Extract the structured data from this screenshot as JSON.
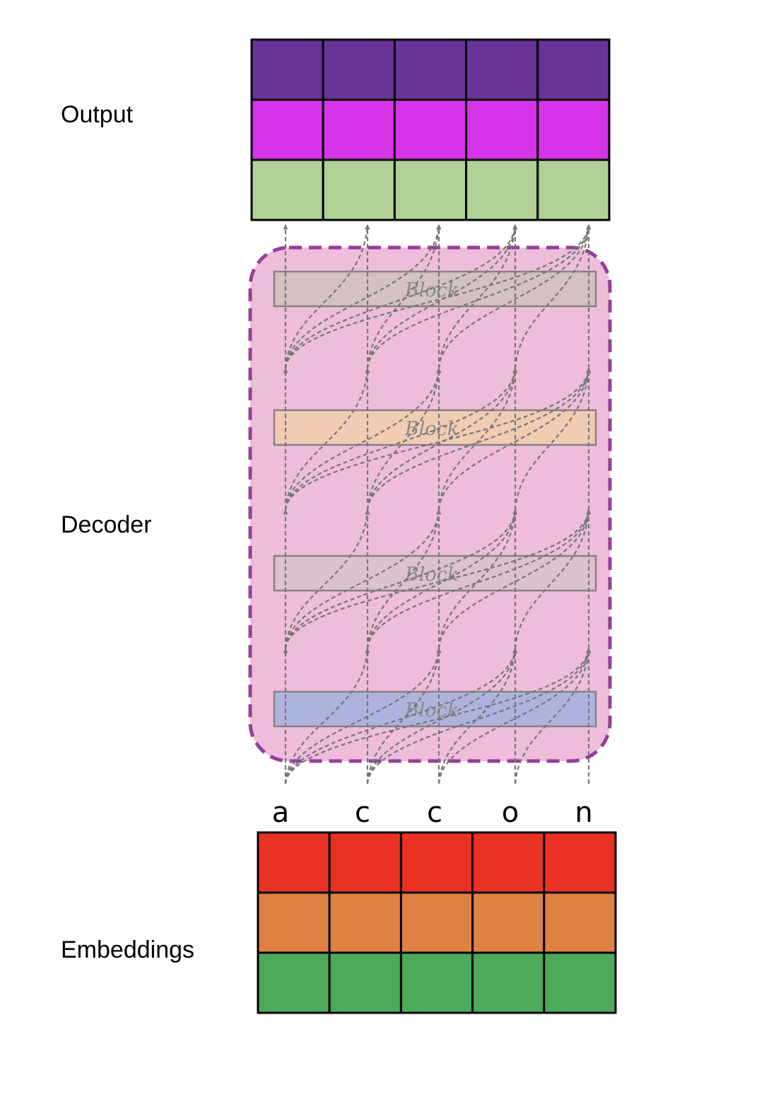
{
  "labels": {
    "output": "Output",
    "decoder": "Decoder",
    "embeddings": "Embeddings"
  },
  "tokens": [
    "a",
    "c",
    "c",
    "o",
    "n"
  ],
  "block_label": "Block",
  "blocks": [
    {
      "label": "Block",
      "fill": "#d4c2c2"
    },
    {
      "label": "Block",
      "fill": "#f2cbb3"
    },
    {
      "label": "Block",
      "fill": "#dcc1ce"
    },
    {
      "label": "Block",
      "fill": "#aeb3de"
    }
  ],
  "output_grid": {
    "columns": 5,
    "row_colors": [
      "#6a3396",
      "#d634e8",
      "#b0d096"
    ]
  },
  "embedding_grid": {
    "columns": 5,
    "row_colors": [
      "#e93223",
      "#de8243",
      "#4daa5b"
    ]
  },
  "colors": {
    "decoder_fill": "#edbdd9",
    "decoder_border": "#943f9a",
    "arrow": "#777777",
    "grid_line": "#000000",
    "block_border": "#8a7f84"
  }
}
